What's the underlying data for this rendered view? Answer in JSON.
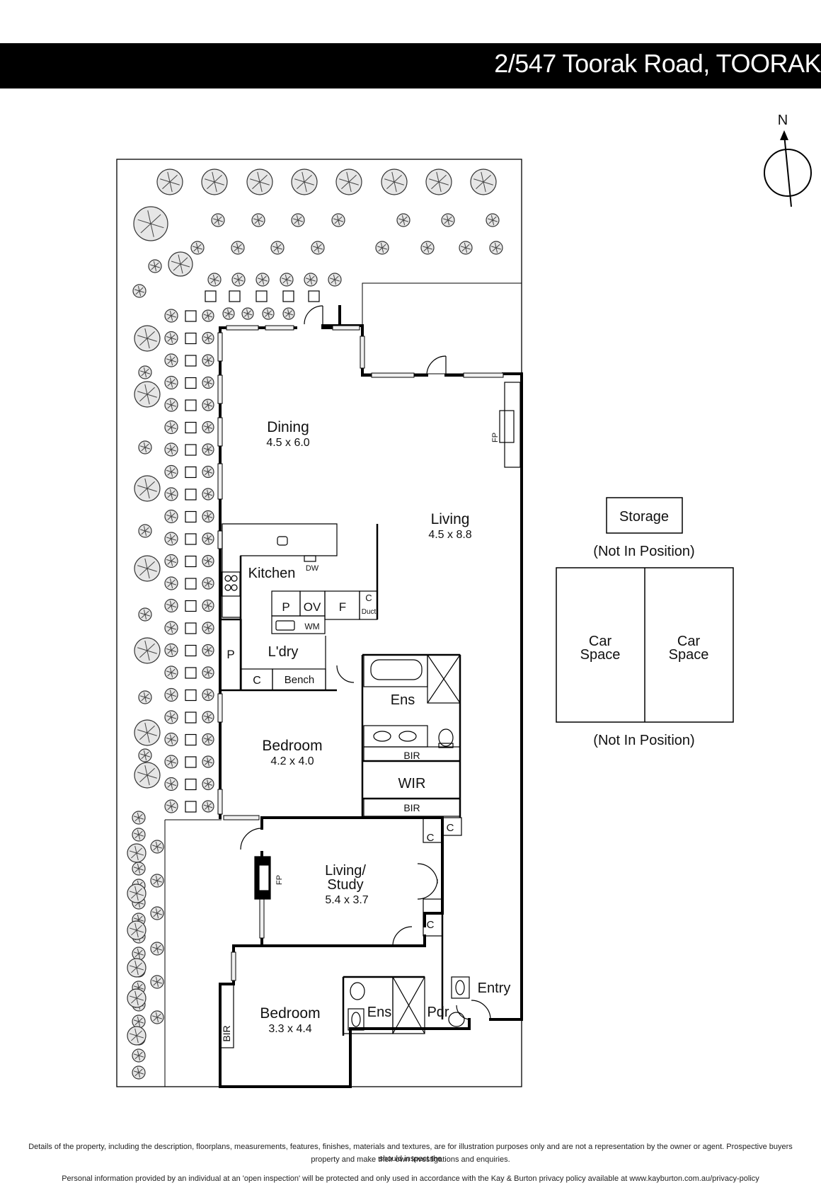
{
  "header": {
    "address": "2/547 Toorak Road, TOORAK"
  },
  "compass": {
    "label": "N"
  },
  "rooms": {
    "dining": {
      "name": "Dining",
      "size": "4.5 x 6.0"
    },
    "living": {
      "name": "Living",
      "size": "4.5 x 8.8"
    },
    "kitchen": {
      "name": "Kitchen"
    },
    "laundry": {
      "name": "L'dry"
    },
    "bedroom1": {
      "name": "Bedroom",
      "size": "4.2 x 4.0"
    },
    "ensuite1": {
      "name": "Ens"
    },
    "wir": {
      "name": "WIR"
    },
    "living_study": {
      "name_line1": "Living/",
      "name_line2": "Study",
      "size": "5.4 x 3.7"
    },
    "bedroom2": {
      "name": "Bedroom",
      "size": "3.3 x 4.4"
    },
    "ensuite2": {
      "name": "Ens"
    },
    "powder": {
      "name": "Pdr"
    },
    "entry": {
      "name": "Entry"
    }
  },
  "fixtures": {
    "dw": "DW",
    "p": "P",
    "ov": "OV",
    "f": "F",
    "c": "C",
    "duct": "Duct",
    "wm": "WM",
    "bench": "Bench",
    "bir": "BIR",
    "fp": "FP"
  },
  "outbuildings": {
    "storage": "Storage",
    "not_in_position": "(Not In Position)",
    "car_line1": "Car",
    "car_line2": "Space"
  },
  "disclaimer": {
    "line1": "Details of the property, including the description, floorplans, measurements, features, finishes, materials and textures, are for illustration purposes only and are not a representation by the owner or agent.  Prospective buyers should inspect the",
    "line2": "property and make their own investigations and enquiries.",
    "line3": "Personal information provided by an individual at an 'open inspection' will be protected and only used in accordance with the Kay & Burton privacy policy available at www.kayburton.com.au/privacy-policy"
  },
  "colors": {
    "banner": "#000000",
    "wall": "#000000",
    "window": "#e8e8e8"
  }
}
